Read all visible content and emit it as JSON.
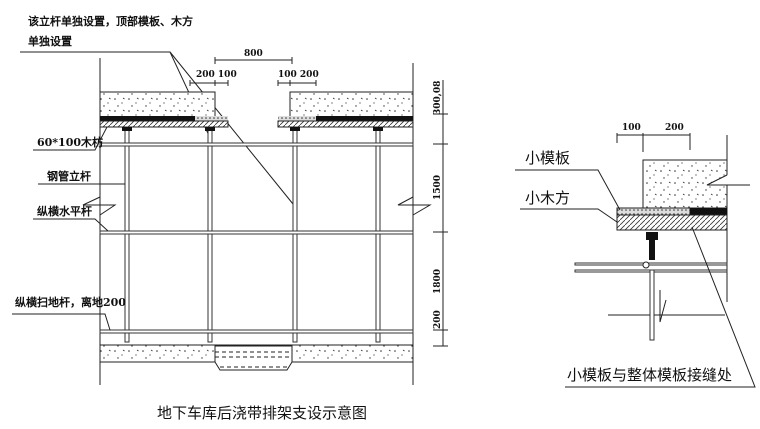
{
  "left_drawing": {
    "note_line1": "该立杆单独设置，顶部模板、木方",
    "note_line2": "单独设置",
    "dim_gap": "800",
    "dim_left": "200 100",
    "dim_right": "100 200",
    "dim_slab": "300,08",
    "dim_h1": "1500",
    "dim_h2": "1800",
    "dim_h3": "200",
    "label_timber": "60*100木枋",
    "label_pole": "钢管立杆",
    "label_horizontal": "纵横水平杆",
    "label_sweep": "纵横扫地杆，离地200",
    "title": "地下车库后浇带排架支设示意图"
  },
  "right_drawing": {
    "dim_a": "100",
    "dim_b": "200",
    "label_small_form": "小模板",
    "label_small_timber": "小木方",
    "label_joint": "小模板与整体模板接缝处"
  }
}
